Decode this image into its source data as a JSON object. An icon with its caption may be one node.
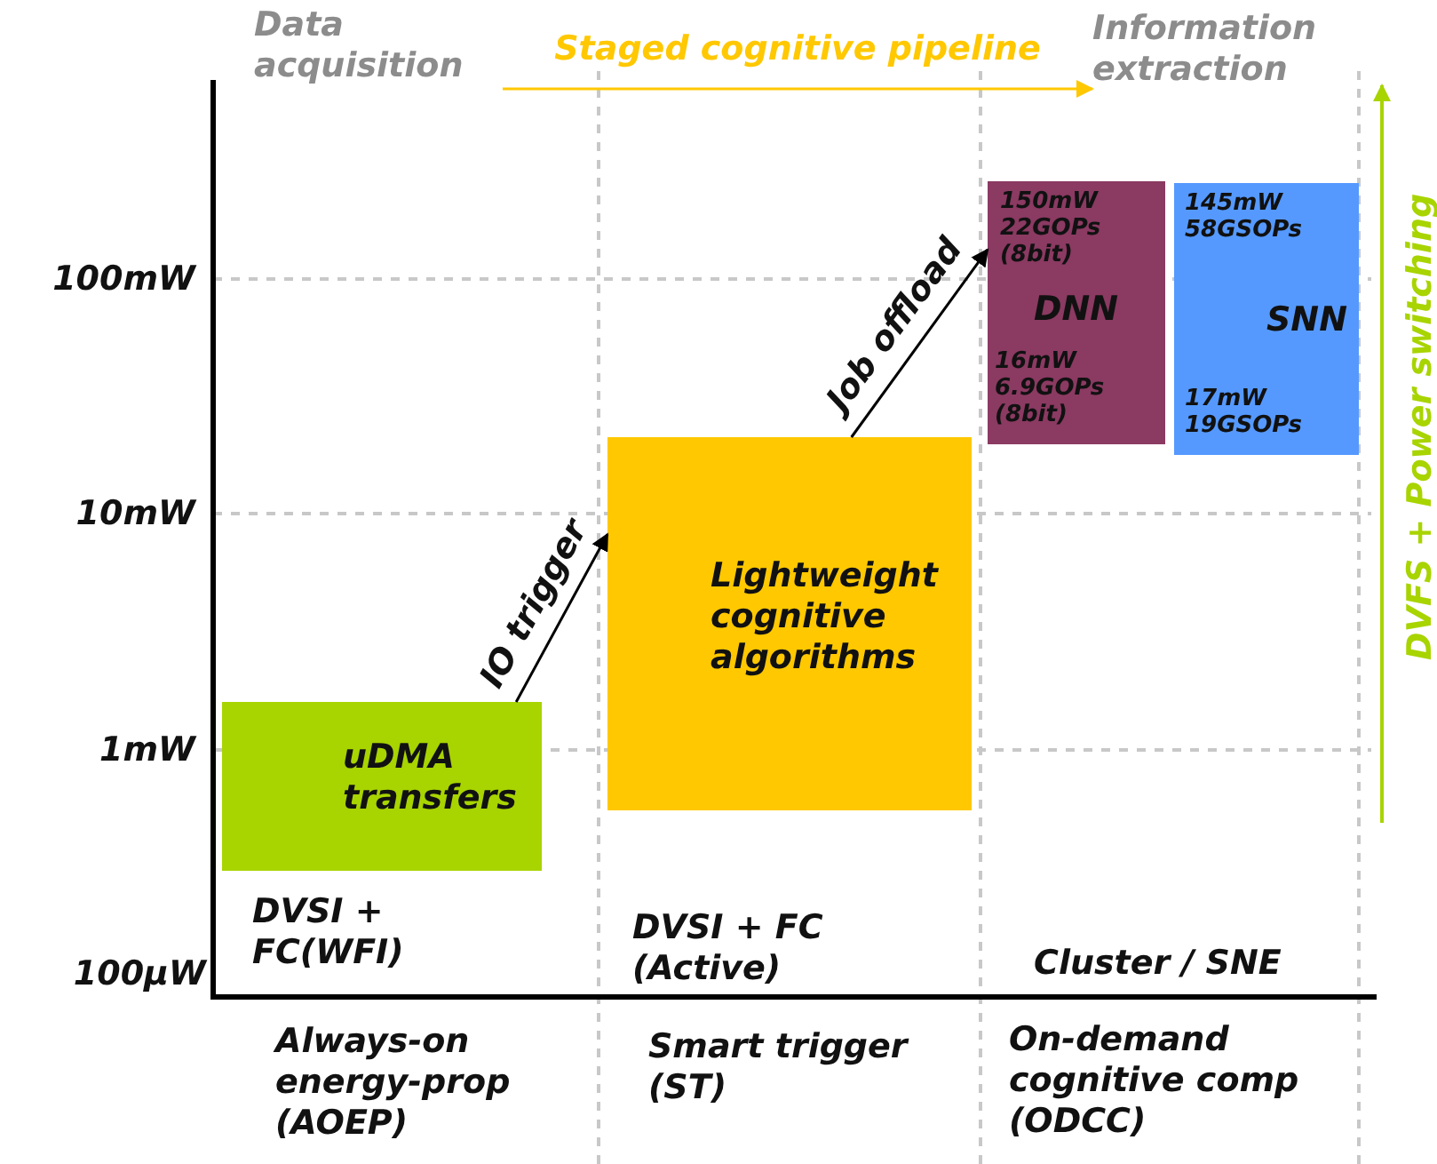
{
  "diagram": {
    "nodes": [
      {
        "text": [
          "uDMA transfers"
        ]
      },
      {
        "text": [
          "Lightweight cognitive algorithms"
        ]
      },
      {
        "text": [
          "150mW 22GOPs (8bit)",
          "DNN",
          "16mW 6.9GOPs (8bit)"
        ]
      },
      {
        "text": [
          "145mW 58GSOPs",
          "SNN",
          "17mW 19GSOPs"
        ]
      },
      {
        "text": [
          "Data acquisition"
        ]
      },
      {
        "text": [
          "Information extraction"
        ]
      }
    ],
    "edges": [
      {
        "from": 0,
        "to": 1,
        "arrow": "to",
        "label": "IO trigger"
      },
      {
        "from": 1,
        "to": 2,
        "arrow": "to",
        "label": "Job offload"
      },
      {
        "from": 4,
        "to": 5,
        "arrow": "to",
        "label": "Staged cognitive pipeline",
        "color": "#ffc800"
      }
    ],
    "labels": [
      "100mW",
      "10mW",
      "DVFS + Power switching",
      "1mW",
      "DVSI + FC(WFI)",
      "DVSI + FC (Active)",
      "Cluster / SNE",
      "100µW",
      "Always-on energy-prop (AOEP)",
      "Smart trigger (ST)",
      "On-demand cognitive comp (ODCC)"
    ]
  }
}
